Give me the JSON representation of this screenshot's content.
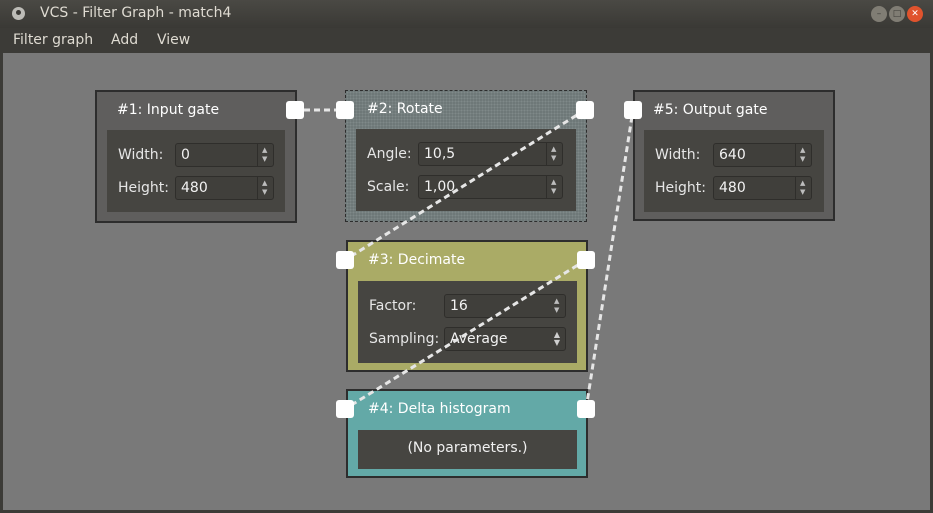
{
  "window": {
    "title": "VCS - Filter Graph - match4"
  },
  "menu": {
    "items": [
      "Filter graph",
      "Add",
      "View"
    ]
  },
  "nodes": {
    "input_gate": {
      "title": "#1: Input gate",
      "params": [
        {
          "label": "Width:",
          "value": "0"
        },
        {
          "label": "Height:",
          "value": "480"
        }
      ]
    },
    "rotate": {
      "title": "#2: Rotate",
      "params": [
        {
          "label": "Angle:",
          "value": "10,5"
        },
        {
          "label": "Scale:",
          "value": "1,00"
        }
      ]
    },
    "decimate": {
      "title": "#3: Decimate",
      "params": [
        {
          "label": "Factor:",
          "value": "16"
        },
        {
          "label": "Sampling:",
          "value": "Average"
        }
      ]
    },
    "delta_histogram": {
      "title": "#4: Delta histogram",
      "no_params": "(No parameters.)"
    },
    "output_gate": {
      "title": "#5: Output gate",
      "params": [
        {
          "label": "Width:",
          "value": "640"
        },
        {
          "label": "Height:",
          "value": "480"
        }
      ]
    }
  },
  "colors": {
    "canvas": "#797979",
    "node_default": "#5f5e5d",
    "node_selected": "#6e7878",
    "node_decimate": "#aaab66",
    "node_delta_histogram": "#63a9a7",
    "port": "#ffffff",
    "edge": "#e6e6e6"
  }
}
